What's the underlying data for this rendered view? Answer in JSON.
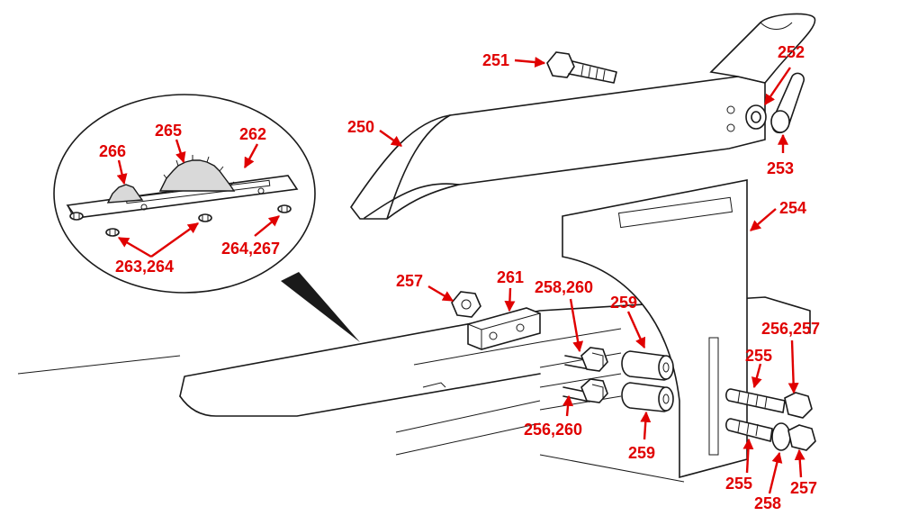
{
  "diagram": {
    "labels": {
      "l250": "250",
      "l251": "251",
      "l252": "252",
      "l253": "253",
      "l254": "254",
      "l255a": "255",
      "l255b": "255",
      "l256_257": "256,257",
      "l256_260": "256,260",
      "l257a": "257",
      "l257b": "257",
      "l258": "258",
      "l258_260": "258,260",
      "l259a": "259",
      "l259b": "259",
      "l261": "261",
      "l262": "262",
      "l263_264": "263,264",
      "l264_267": "264,267",
      "l265": "265",
      "l266": "266"
    },
    "colors": {
      "label": "#e00000",
      "line": "#1a1a1a"
    }
  }
}
